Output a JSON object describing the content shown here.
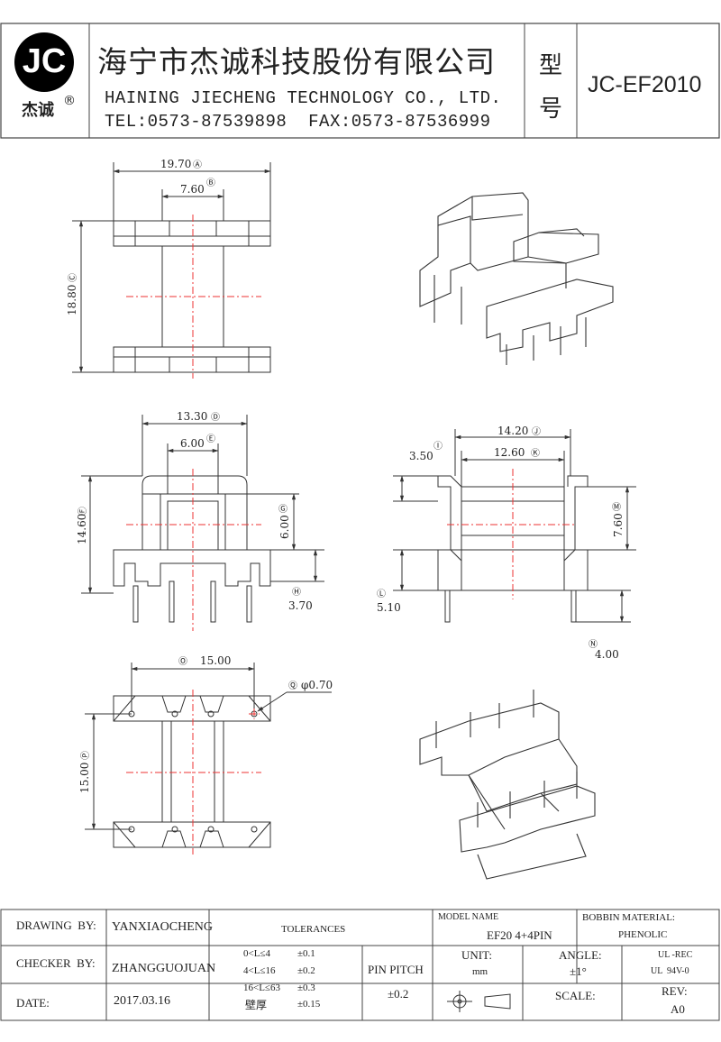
{
  "header": {
    "logo_text": "JC",
    "logo_sub": "杰诚",
    "logo_reg": "®",
    "company_cn": "海宁市杰诚科技股份有限公司",
    "company_en": "HAINING JIECHENG TECHNOLOGY CO., LTD.",
    "contact": "TEL:0573-87539898  FAX:0573-87536999",
    "model_label_1": "型",
    "model_label_2": "号",
    "model": "JC-EF2010"
  },
  "dimensions": {
    "A": {
      "value": "19.70",
      "mark": "Ⓐ"
    },
    "B": {
      "value": "7.60",
      "mark": "Ⓑ"
    },
    "C": {
      "value": "18.80",
      "mark": "Ⓒ"
    },
    "D": {
      "value": "13.30",
      "mark": "Ⓓ"
    },
    "E": {
      "value": "6.00",
      "mark": "Ⓔ"
    },
    "F": {
      "value": "14.60",
      "mark": "Ⓕ"
    },
    "G": {
      "value": "6.00",
      "mark": "Ⓖ"
    },
    "H": {
      "value": "3.70",
      "mark": "Ⓗ"
    },
    "I": {
      "value": "3.50",
      "mark": "Ⓘ"
    },
    "J": {
      "value": "14.20",
      "mark": "Ⓙ"
    },
    "K": {
      "value": "12.60",
      "mark": "Ⓚ"
    },
    "L": {
      "value": "5.10",
      "mark": "Ⓛ"
    },
    "M": {
      "value": "7.60",
      "mark": "Ⓜ"
    },
    "N": {
      "value": "4.00",
      "mark": "Ⓝ"
    },
    "O": {
      "value": "15.00",
      "mark": "Ⓞ"
    },
    "P": {
      "value": "15.00",
      "mark": "Ⓟ"
    },
    "Q": {
      "value": "φ0.70",
      "mark": "Ⓠ"
    }
  },
  "title_block": {
    "drawing_by_label": "DRAWING  BY:",
    "drawing_by": "YANXIAOCHENG",
    "checker_by_label": "CHECKER  BY:",
    "checker_by": "ZHANGGUOJUAN",
    "date_label": "DATE:",
    "date": "2017.03.16",
    "tolerances_label": "TOLERANCES",
    "tol_rows": [
      {
        "range": "0<L≤4",
        "tol": "±0.1"
      },
      {
        "range": "4<L≤16",
        "tol": "±0.2"
      },
      {
        "range": "16<L≤63",
        "tol": "±0.3"
      },
      {
        "range": "壁厚",
        "tol": "±0.15"
      }
    ],
    "pin_pitch_label": "PIN PITCH",
    "pin_pitch": "±0.2",
    "model_name_label": "MODEL NAME",
    "model_name": "EF20 4+4PIN",
    "bobbin_material_label": "BOBBIN MATERIAL:",
    "bobbin_material": "PHENOLIC",
    "unit_label": "UNIT:",
    "unit": "mm",
    "angle_label": "ANGLE:",
    "angle": "±1°",
    "ul_1": "UL -REC",
    "ul_2": "UL  94V-0",
    "scale_label": "SCALE:",
    "rev_label": "REV:",
    "rev": "A0"
  }
}
